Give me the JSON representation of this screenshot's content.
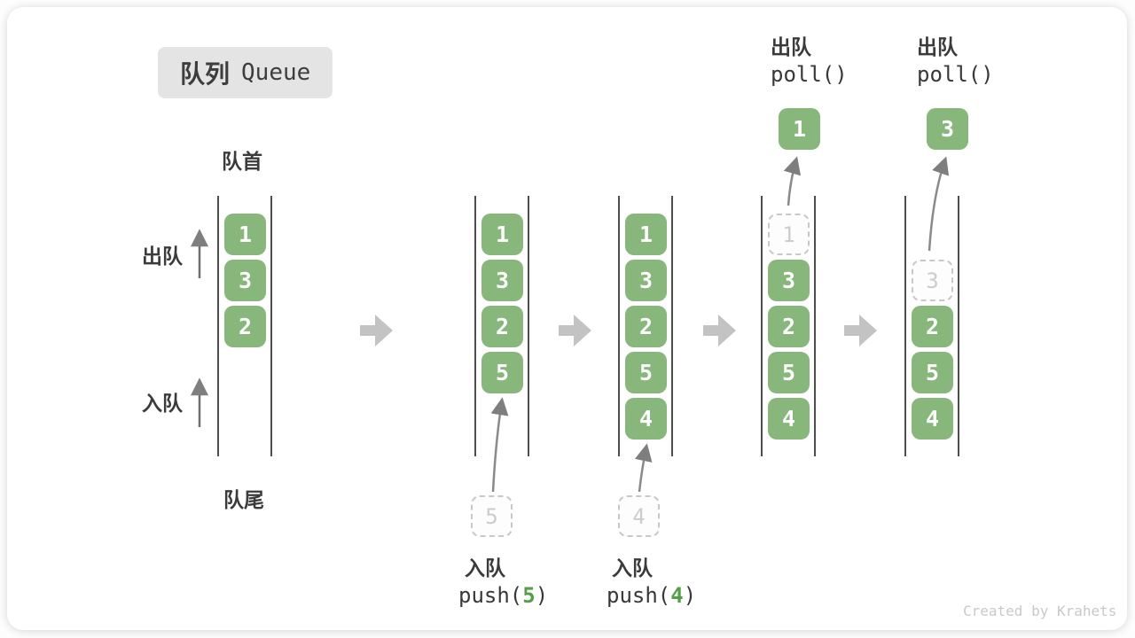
{
  "title": {
    "zh": "队列",
    "en": "Queue"
  },
  "labels": {
    "front": "队首",
    "rear": "队尾",
    "dequeue_side": "出队",
    "enqueue_side": "入队"
  },
  "colors": {
    "cell_green": "#87b77b",
    "code_arg_green": "#55a047",
    "state_arrow_gray": "#c3c3c3",
    "line_gray": "#4d4d4d",
    "ghost_gray": "#c8c8c8"
  },
  "states": [
    {
      "cells": [
        "1",
        "3",
        "2"
      ]
    },
    {
      "cells": [
        "1",
        "3",
        "2",
        "5"
      ],
      "ghost": "5",
      "op": {
        "zh": "入队",
        "fn": "push(",
        "arg": "5",
        "close": ")"
      }
    },
    {
      "cells": [
        "1",
        "3",
        "2",
        "5",
        "4"
      ],
      "ghost": "4",
      "op": {
        "zh": "入队",
        "fn": "push(",
        "arg": "4",
        "close": ")"
      }
    },
    {
      "cells": [
        "3",
        "2",
        "5",
        "4"
      ],
      "ghost_top": "1",
      "polled": "1",
      "op": {
        "zh": "出队",
        "fn": "poll()"
      }
    },
    {
      "cells": [
        "2",
        "5",
        "4"
      ],
      "ghost_top": "3",
      "polled": "3",
      "op": {
        "zh": "出队",
        "fn": "poll()"
      }
    }
  ],
  "credit": "Created by Krahets"
}
